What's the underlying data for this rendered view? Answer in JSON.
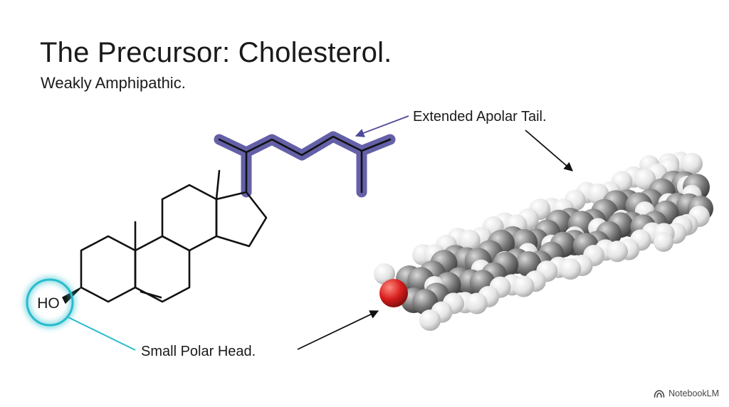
{
  "slide": {
    "title": "The Precursor: Cholesterol.",
    "subtitle": "Weakly Amphipathic."
  },
  "diagram": {
    "labels": {
      "tail": "Extended Apolar Tail.",
      "head": "Small Polar Head.",
      "hydroxyl": "HO"
    },
    "colors": {
      "tail_highlight": "#4f4a9c",
      "head_highlight": "#27bccd",
      "bond": "#111111",
      "carbon_atom": "#6e6e6e",
      "hydrogen_atom": "#e6e6e6",
      "oxygen_atom": "#d81e1e"
    }
  },
  "brand": {
    "name": "NotebookLM",
    "icon": "notebooklm-logo-icon"
  }
}
